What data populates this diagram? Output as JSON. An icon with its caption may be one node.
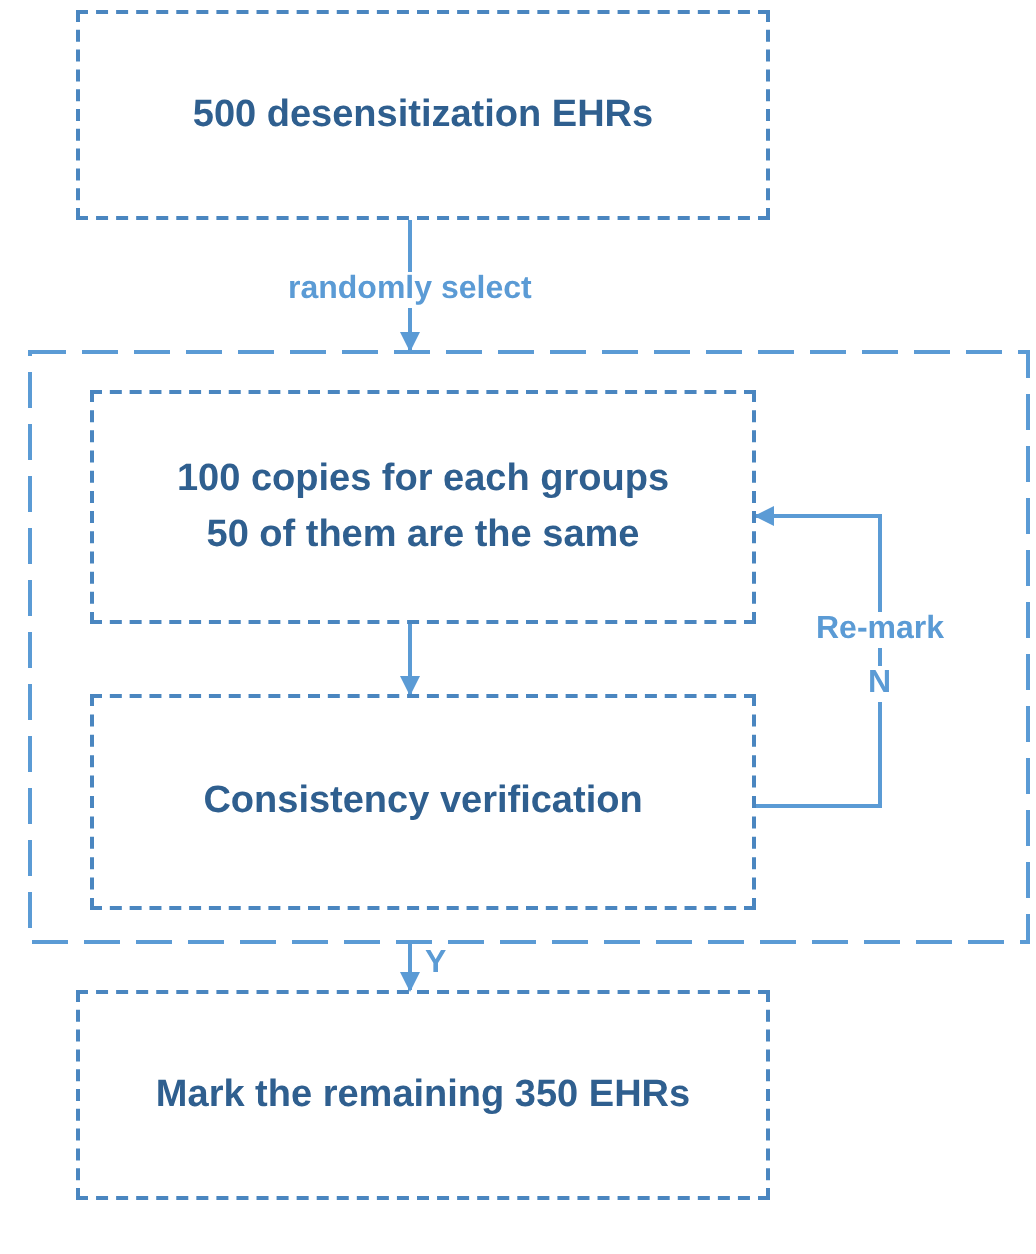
{
  "diagram": {
    "nodes": [
      {
        "text": [
          "500 desensitization EHRs"
        ]
      },
      {
        "text": [],
        "shape": "box"
      },
      {
        "text": [
          "100 copies for each groups 50 of them are the same"
        ],
        "in": 1
      },
      {
        "text": [
          "Consistency verification"
        ],
        "in": 1
      },
      {
        "text": [
          "Mark the remaining 350 EHRs"
        ]
      }
    ],
    "edges": [
      {
        "from": 0,
        "to": 1,
        "arrow": "to",
        "label": "randomly select"
      },
      {
        "from": 2,
        "to": 3,
        "arrow": "to"
      },
      {
        "from": 3,
        "to": 2,
        "arrow": "to",
        "label": "N"
      },
      {
        "from": 1,
        "to": 4,
        "arrow": "to",
        "label": "Y"
      }
    ],
    "labels": [
      "Re-mark"
    ]
  }
}
